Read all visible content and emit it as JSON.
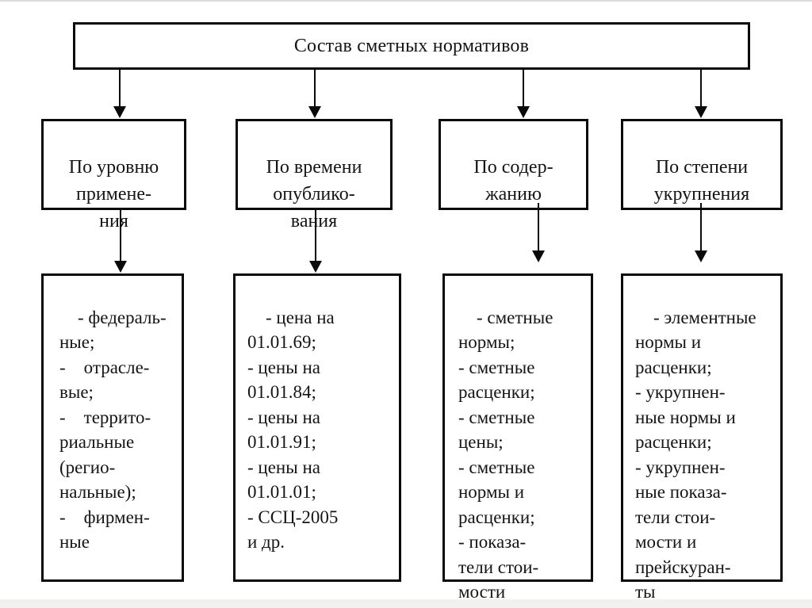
{
  "page": {
    "background": "#ffffff",
    "border_color": "#0a0a0a",
    "text_color": "#151515",
    "edge_strip_color": "#f1f1ef"
  },
  "diagram": {
    "root": {
      "title": "Состав сметных нормативов"
    },
    "categories": [
      {
        "label_lines": [
          "По уровню",
          "примене-",
          "ния"
        ]
      },
      {
        "label_lines": [
          "По времени",
          "опублико-",
          "вания"
        ]
      },
      {
        "label_lines": [
          "По содер-",
          "жанию"
        ]
      },
      {
        "label_lines": [
          "По степени",
          "укрупнения"
        ]
      }
    ],
    "details": [
      {
        "lines": [
          "- федераль-",
          "ные;",
          "-    отрасле-",
          "вые;",
          "-    террито-",
          "риальные",
          "(регио-",
          "нальные);",
          "-    фирмен-",
          "ные"
        ]
      },
      {
        "lines": [
          "- цена на",
          "01.01.69;",
          "- цены на",
          "01.01.84;",
          "- цены на",
          "01.01.91;",
          "- цены на",
          "01.01.01;",
          "- ССЦ-2005",
          "и др."
        ]
      },
      {
        "lines": [
          "- сметные",
          "нормы;",
          "- сметные",
          "расценки;",
          "- сметные",
          "цены;",
          "- сметные",
          "нормы и",
          "расценки;",
          "- показа-",
          "тели стои-",
          "мости"
        ]
      },
      {
        "lines": [
          "- элементные",
          "нормы и",
          "расценки;",
          "- укрупнен-",
          "ные нормы и",
          "расценки;",
          "- укрупнен-",
          "ные показа-",
          "тели стои-",
          "мости и",
          "прейскуран-",
          "ты"
        ]
      }
    ]
  }
}
